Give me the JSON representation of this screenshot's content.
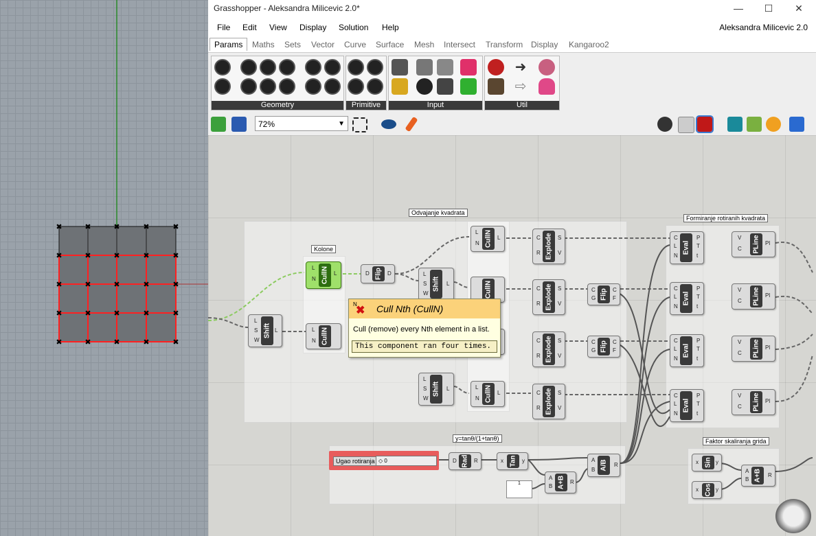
{
  "window": {
    "title": "Grasshopper - Aleksandra Milicevic 2.0*",
    "user_label": "Aleksandra Milicevic 2.0",
    "minimize": "—",
    "maximize": "☐",
    "close": "✕"
  },
  "menu": [
    "File",
    "Edit",
    "View",
    "Display",
    "Solution",
    "Help"
  ],
  "tabs": [
    "Params",
    "Maths",
    "Sets",
    "Vector",
    "Curve",
    "Surface",
    "Mesh",
    "Intersect",
    "Transform",
    "Display",
    "Kangaroo2"
  ],
  "active_tab": "Params",
  "ribbon_groups": [
    "Geometry",
    "Primitive",
    "Input",
    "Util"
  ],
  "toolbar": {
    "zoom": "72%"
  },
  "groups": {
    "odvajanje": "Odvajanje kvadrata",
    "kolone": "Kolone",
    "formiranje": "Formiranje rotiranih kvadrata",
    "ytan": "y=tanθ/(1+tanθ)",
    "faktor": "Faktor skaliranja grida"
  },
  "components": {
    "shift": "Shift",
    "culln": "CullN",
    "flip": "Flip",
    "explode": "Explode",
    "eval": "Eval",
    "pline": "PLine",
    "rad": "Rad",
    "tan": "Tan",
    "aplusb": "A+B",
    "adivb": "A/B",
    "sin": "Sin",
    "cos": "Cos"
  },
  "slider": {
    "label": "Ugao rotiranja",
    "value": "0"
  },
  "panel": {
    "value": "1"
  },
  "tooltip": {
    "title": "Cull Nth (CullN)",
    "description": "Cull (remove) every Nth element in a list.",
    "note": "This component ran four times."
  },
  "colors": {
    "selected": "#9fe06a",
    "slider": "#e85c5c",
    "tooltip_head": "#fbd27a",
    "grid_red": "#ff2020"
  }
}
